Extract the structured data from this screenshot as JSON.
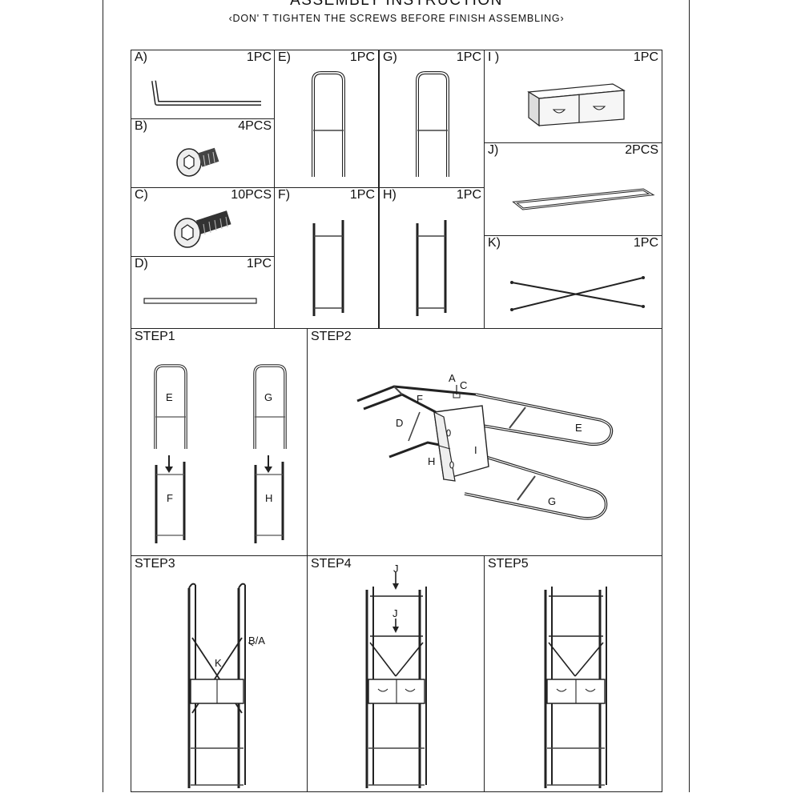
{
  "header": {
    "title": "ASSEMBLY INSTRUCTION",
    "subtitle": "‹DON' T TIGHTEN THE SCREWS BEFORE FINISH ASSEMBLING›"
  },
  "parts": {
    "A": {
      "label": "A)",
      "qty": "1PC",
      "icon": "allen-key-icon"
    },
    "B": {
      "label": "B)",
      "qty": "4PCS",
      "icon": "short-screw-icon"
    },
    "C": {
      "label": "C)",
      "qty": "10PCS",
      "icon": "long-screw-icon"
    },
    "D": {
      "label": "D)",
      "qty": "1PC",
      "icon": "rod-icon"
    },
    "E": {
      "label": "E)",
      "qty": "1PC",
      "icon": "tall-frame-icon"
    },
    "F": {
      "label": "F)",
      "qty": "1PC",
      "icon": "ladder-frame-icon"
    },
    "G": {
      "label": "G)",
      "qty": "1PC",
      "icon": "tall-frame-icon"
    },
    "H": {
      "label": "H)",
      "qty": "1PC",
      "icon": "ladder-frame-icon"
    },
    "I": {
      "label": "I )",
      "qty": "1PC",
      "icon": "drawer-unit-icon"
    },
    "J": {
      "label": "J)",
      "qty": "2PCS",
      "icon": "shelf-frame-icon"
    },
    "K": {
      "label": "K)",
      "qty": "1PC",
      "icon": "cross-brace-icon"
    }
  },
  "steps": {
    "s1": {
      "label": "STEP1",
      "letters": [
        "E",
        "G",
        "F",
        "H"
      ]
    },
    "s2": {
      "label": "STEP2",
      "letters": [
        "A",
        "C",
        "F",
        "D",
        "E",
        "H",
        "I",
        "G"
      ]
    },
    "s3": {
      "label": "STEP3",
      "letters": [
        "B/A",
        "K"
      ]
    },
    "s4": {
      "label": "STEP4",
      "letters": [
        "J",
        "J"
      ]
    },
    "s5": {
      "label": "STEP5"
    }
  }
}
